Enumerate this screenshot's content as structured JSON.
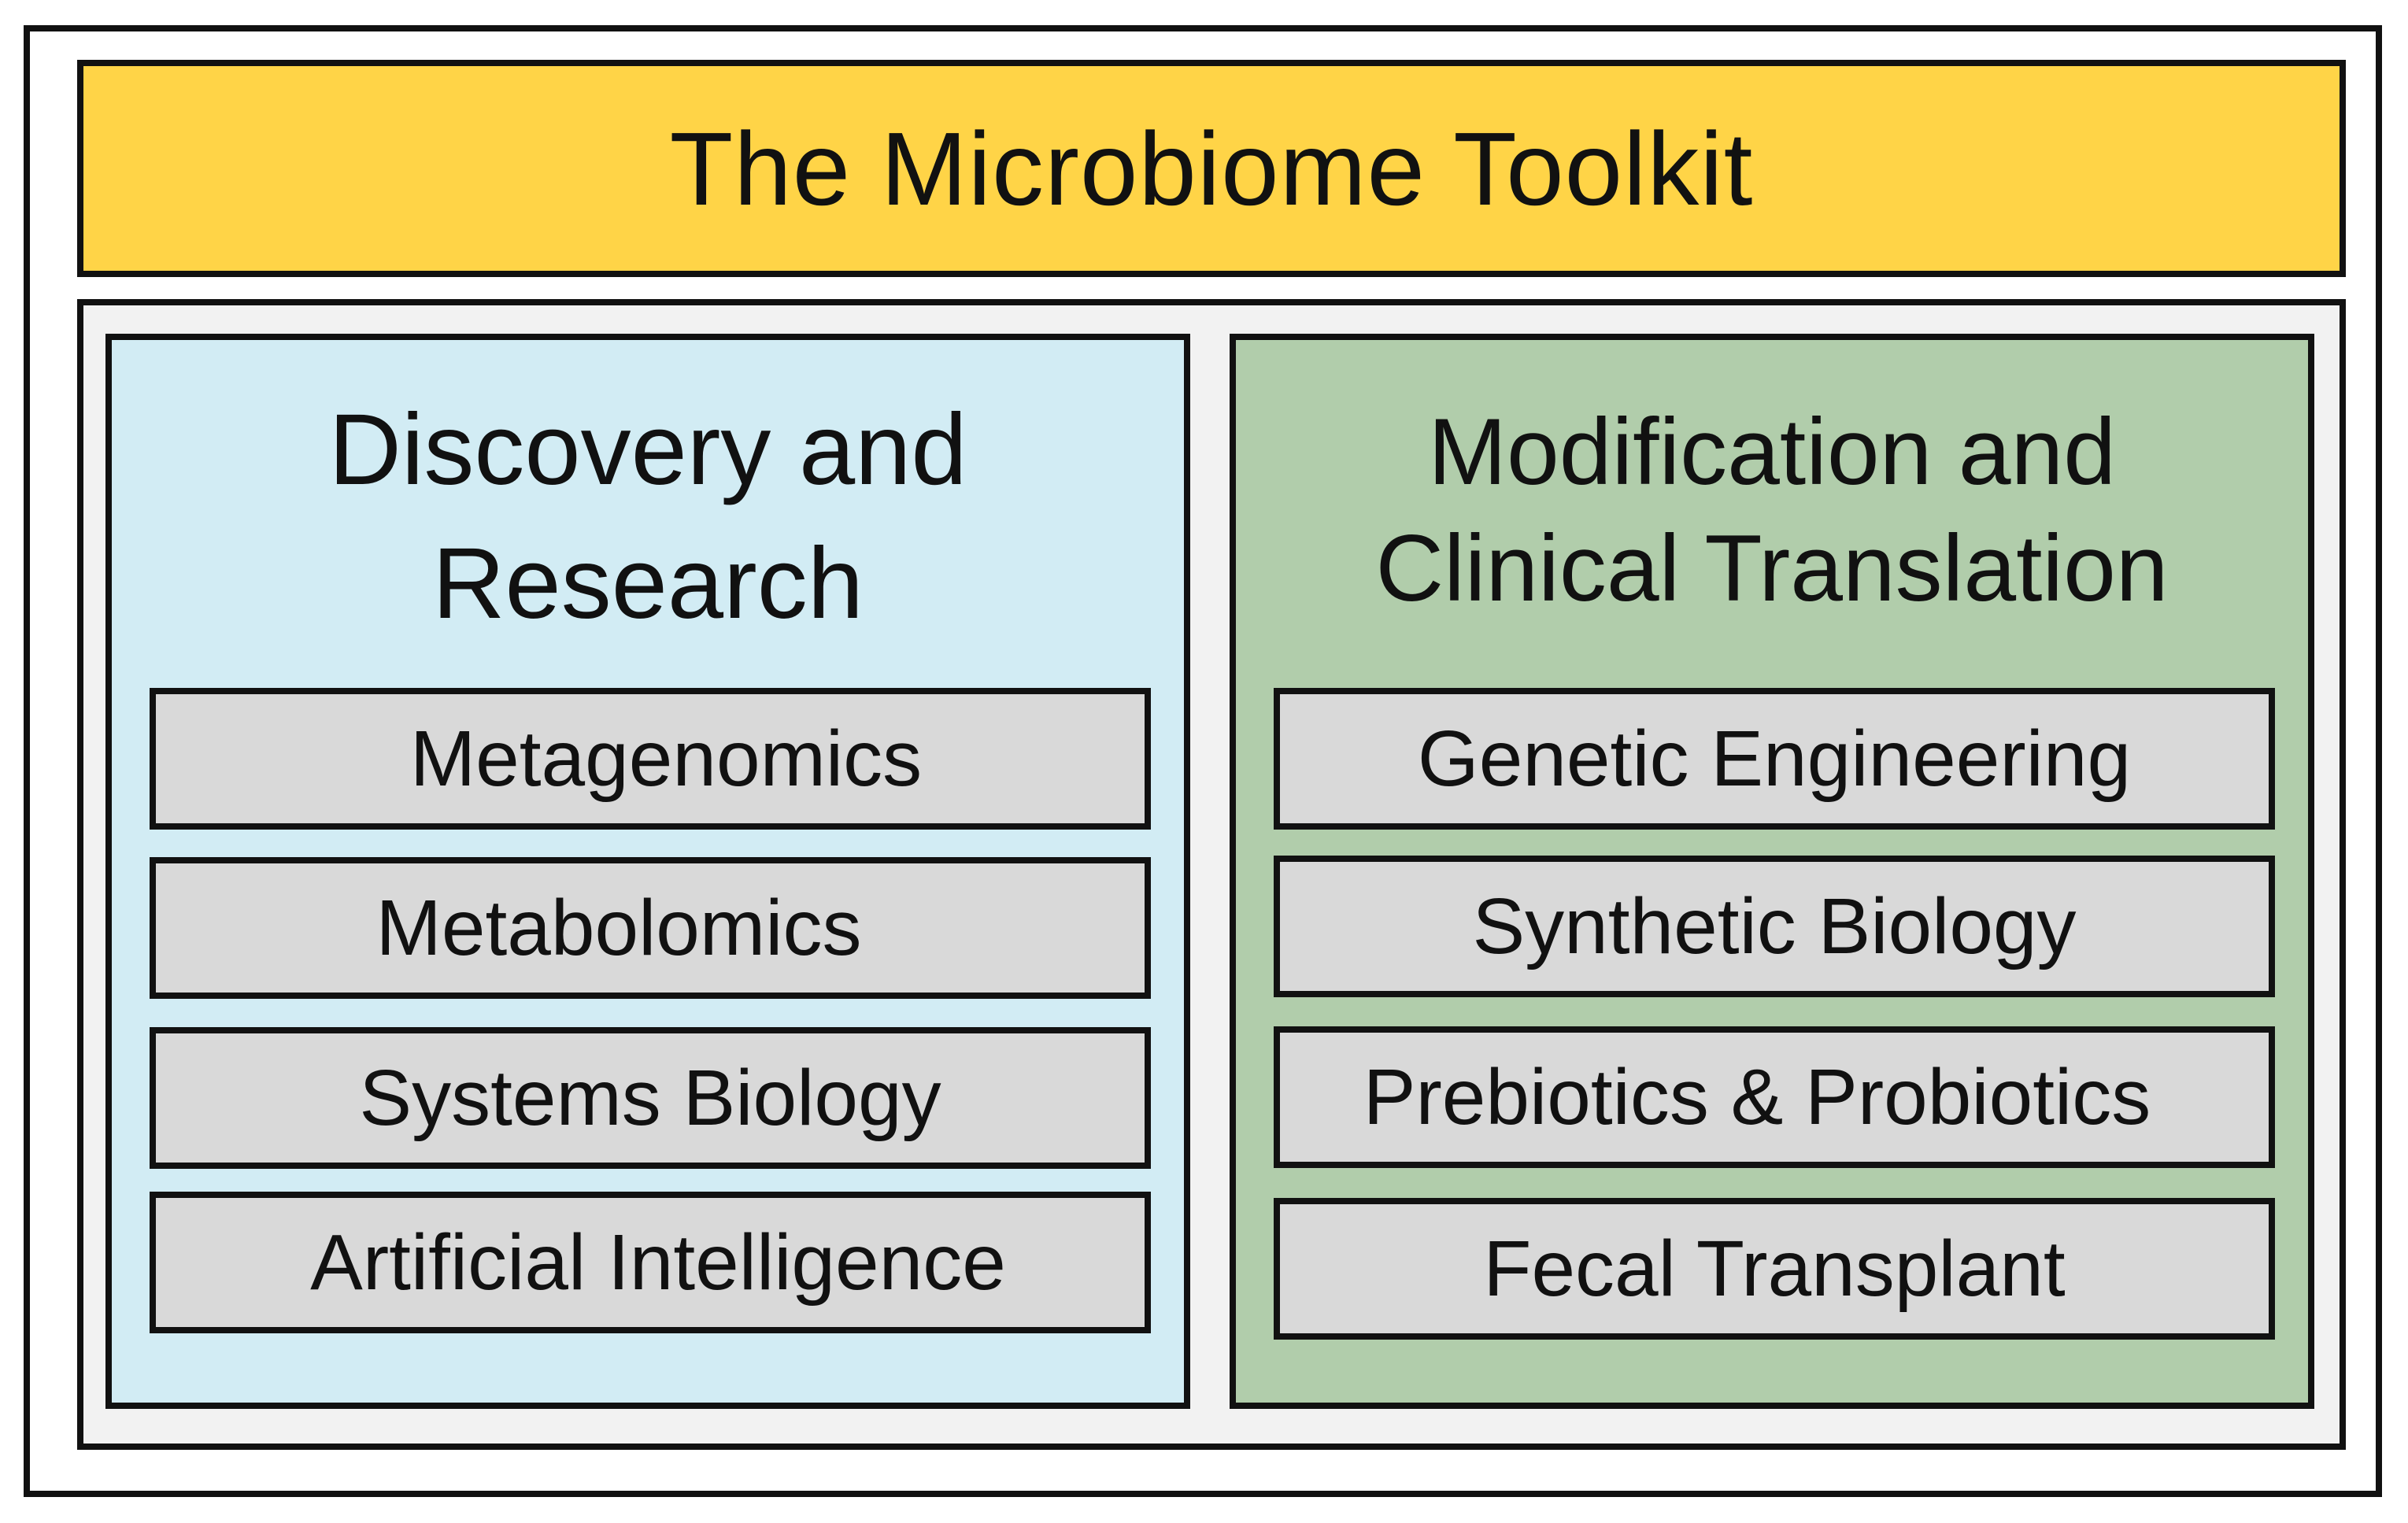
{
  "diagram": {
    "title": "The Microbiome Toolkit",
    "colors": {
      "title_fill": "#FFD447",
      "panel_fill": "#F2F2F2",
      "left_column_fill": "#D2ECF4",
      "right_column_fill": "#B1CDAB",
      "item_fill": "#D9D9D9",
      "border": "#111111"
    },
    "columns": [
      {
        "heading_line1": "Discovery and",
        "heading_line2": "Research",
        "items": [
          {
            "label": "Metagenomics"
          },
          {
            "label": "Metabolomics"
          },
          {
            "label": "Systems Biology"
          },
          {
            "label": "Artificial Intelligence"
          }
        ]
      },
      {
        "heading_line1": "Modification and",
        "heading_line2": "Clinical Translation",
        "items": [
          {
            "label": "Genetic Engineering"
          },
          {
            "label": "Synthetic Biology"
          },
          {
            "label": "Prebiotics & Probiotics"
          },
          {
            "label": "Fecal Transplant"
          }
        ]
      }
    ]
  }
}
